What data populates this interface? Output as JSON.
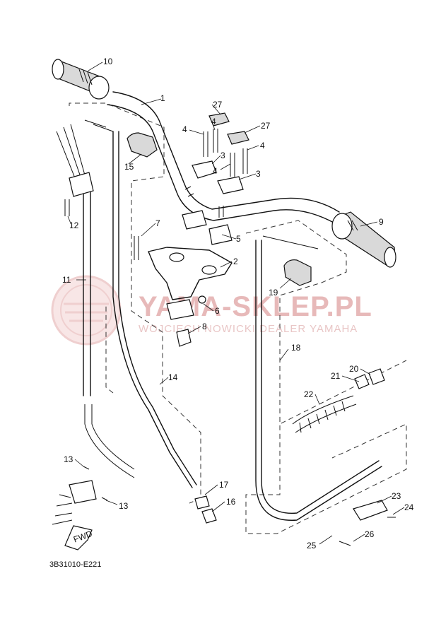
{
  "watermark": {
    "title": "YAMA-SKLEP.PL",
    "subtitle": "WOJCIECH NOWICKI DEALER YAMAHA"
  },
  "diagram_code": "3B31010-E221",
  "fwd_label": "FWD",
  "callouts": [
    {
      "id": "c10",
      "label": "10"
    },
    {
      "id": "c1",
      "label": "1"
    },
    {
      "id": "c27a",
      "label": "27"
    },
    {
      "id": "c4a",
      "label": "4"
    },
    {
      "id": "c4b",
      "label": "4"
    },
    {
      "id": "c27b",
      "label": "27"
    },
    {
      "id": "c4c",
      "label": "4"
    },
    {
      "id": "c3a",
      "label": "3"
    },
    {
      "id": "c4d",
      "label": "4"
    },
    {
      "id": "c3b",
      "label": "3"
    },
    {
      "id": "c15",
      "label": "15"
    },
    {
      "id": "c12",
      "label": "12"
    },
    {
      "id": "c7",
      "label": "7"
    },
    {
      "id": "c9",
      "label": "9"
    },
    {
      "id": "c5",
      "label": "5"
    },
    {
      "id": "c2",
      "label": "2"
    },
    {
      "id": "c11",
      "label": "11"
    },
    {
      "id": "c19",
      "label": "19"
    },
    {
      "id": "c6",
      "label": "6"
    },
    {
      "id": "c8",
      "label": "8"
    },
    {
      "id": "c18",
      "label": "18"
    },
    {
      "id": "c20",
      "label": "20"
    },
    {
      "id": "c21",
      "label": "21"
    },
    {
      "id": "c14",
      "label": "14"
    },
    {
      "id": "c22",
      "label": "22"
    },
    {
      "id": "c13a",
      "label": "13"
    },
    {
      "id": "c17",
      "label": "17"
    },
    {
      "id": "c16",
      "label": "16"
    },
    {
      "id": "c13b",
      "label": "13"
    },
    {
      "id": "c23",
      "label": "23"
    },
    {
      "id": "c24",
      "label": "24"
    },
    {
      "id": "c26",
      "label": "26"
    },
    {
      "id": "c25",
      "label": "25"
    }
  ]
}
